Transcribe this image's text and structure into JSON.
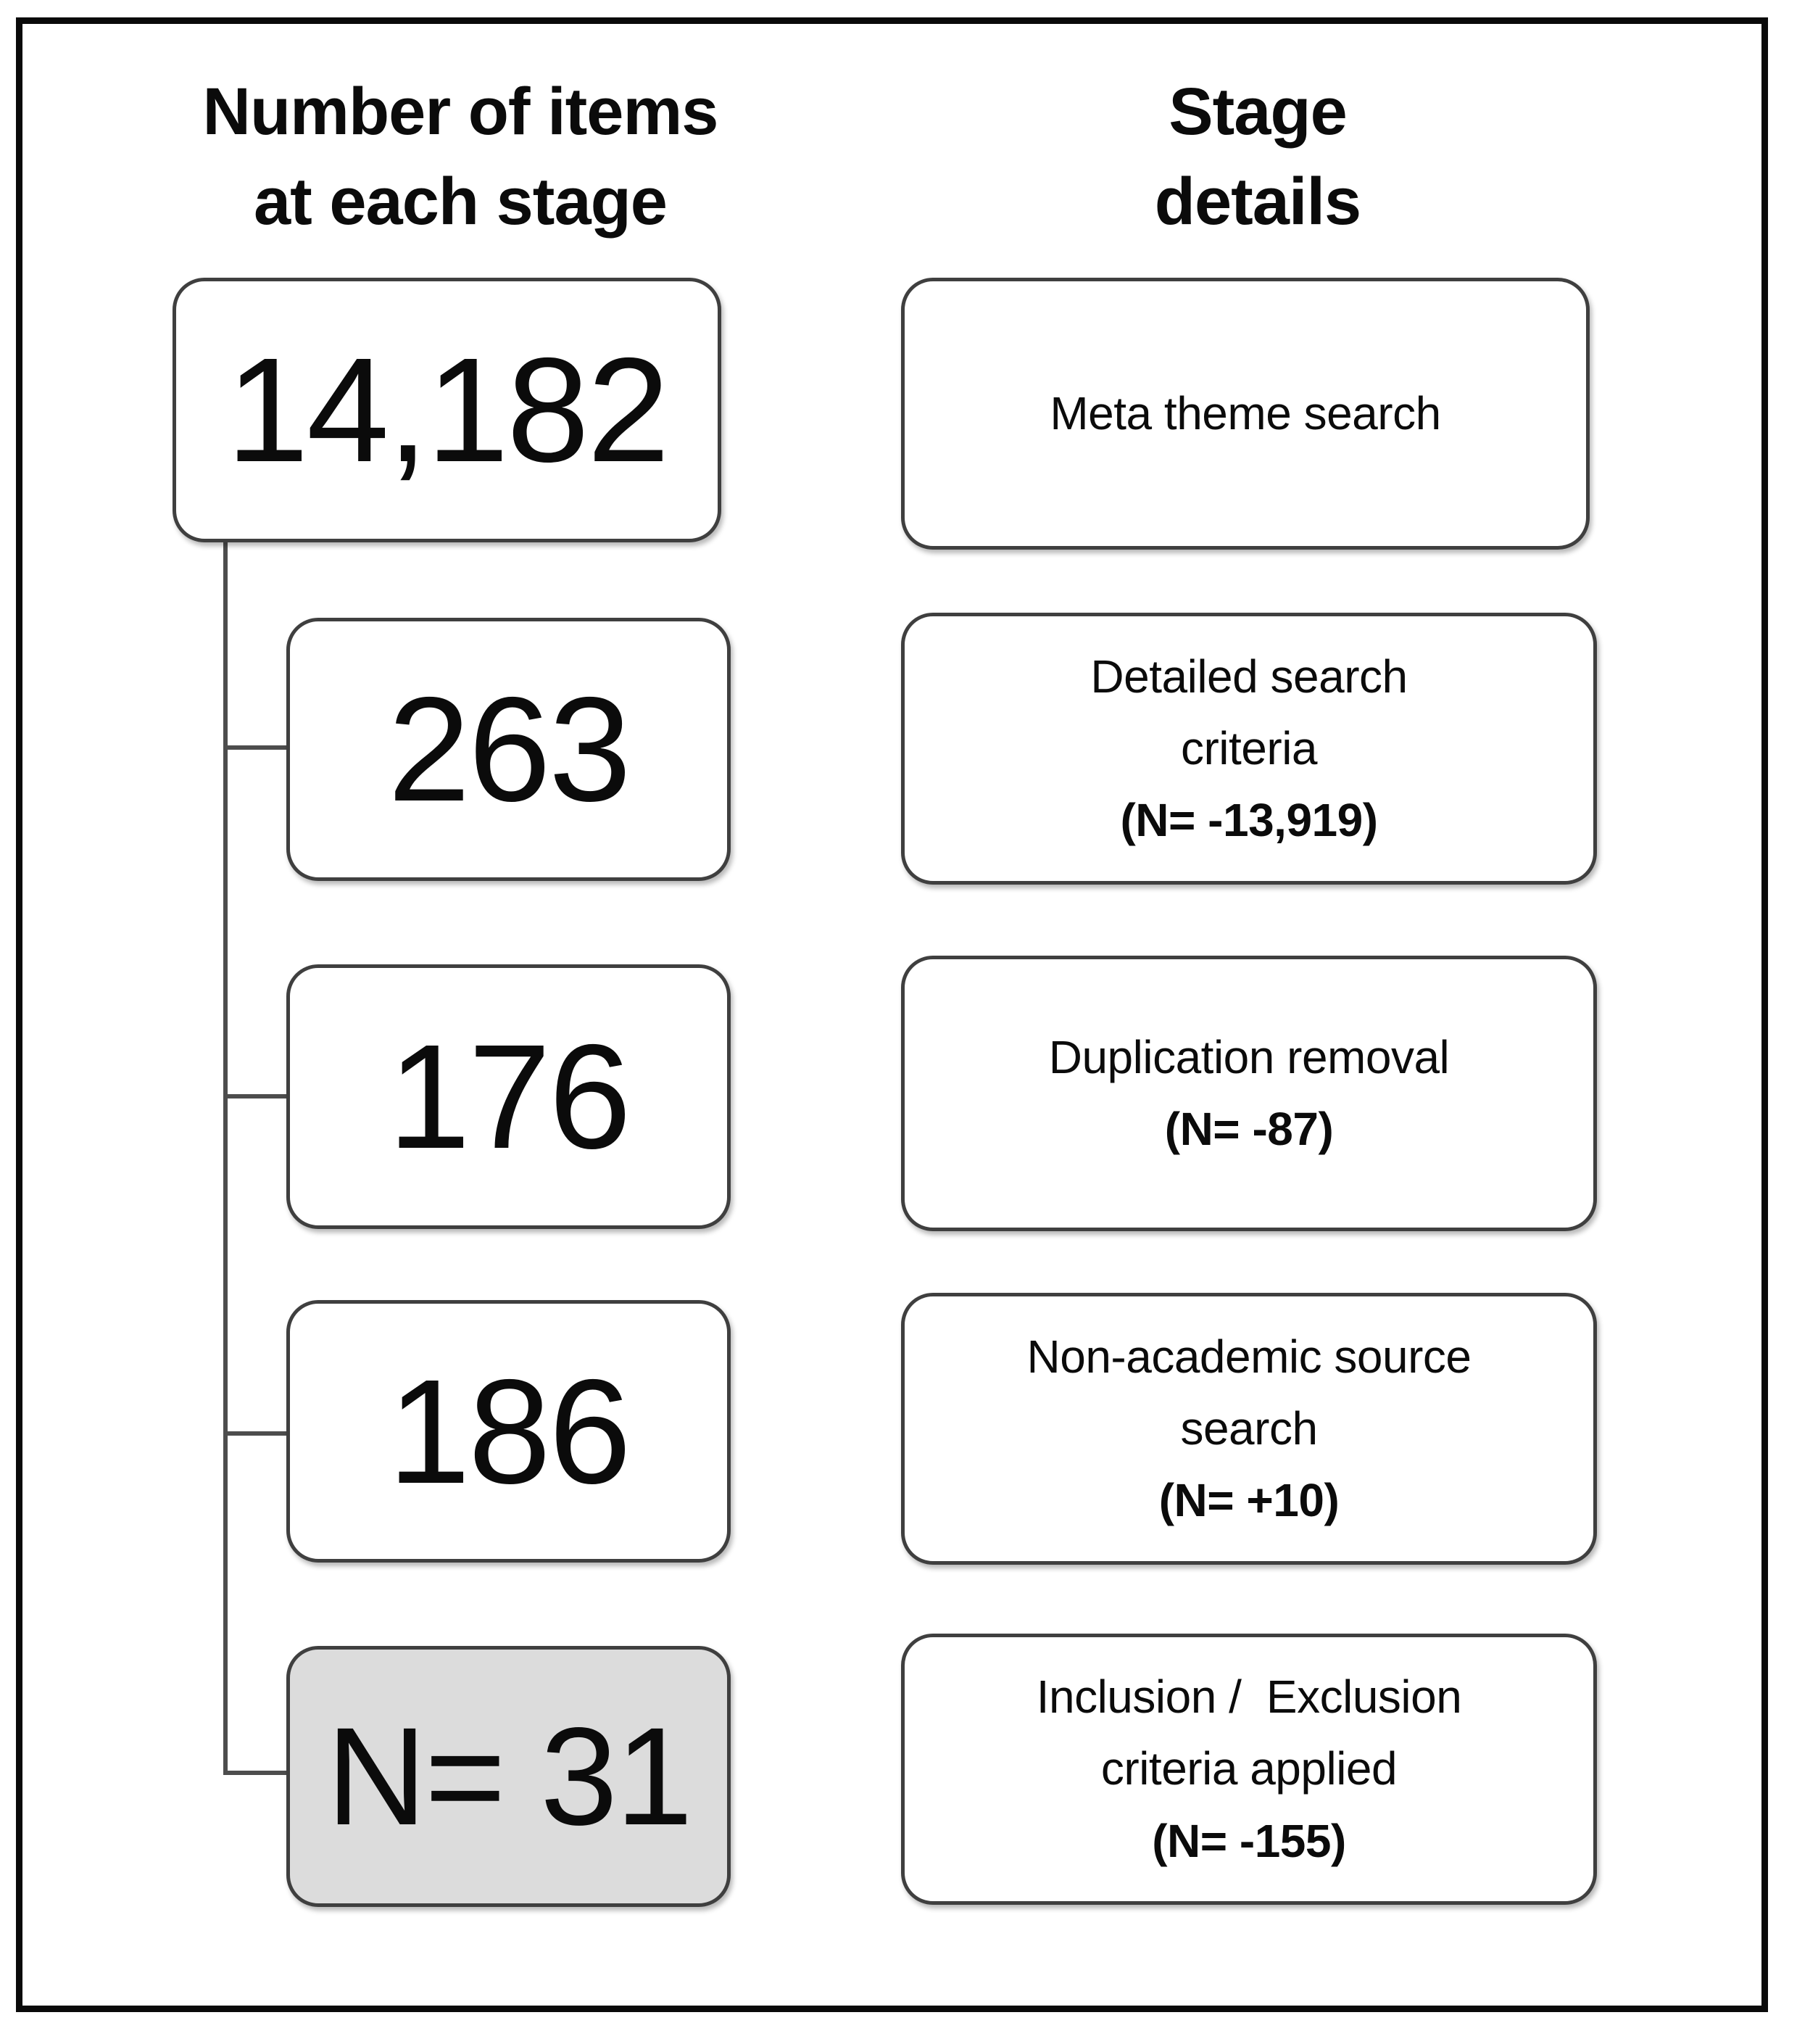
{
  "headers": {
    "left_line1": "Number of items",
    "left_line2": "at each stage",
    "right_line1": "Stage",
    "right_line2": "details"
  },
  "rows": [
    {
      "count": "14,182",
      "stage_line1": "Meta theme search"
    },
    {
      "count": "263",
      "stage_line1": "Detailed search",
      "stage_line2": "criteria",
      "n_change": "(N= -13,919)"
    },
    {
      "count": "176",
      "stage_line1": "Duplication removal",
      "n_change": "(N= -87)"
    },
    {
      "count": "186",
      "stage_line1": "Non-academic source",
      "stage_line2": "search",
      "n_change": "(N= +10)"
    },
    {
      "count": "N= 31",
      "stage_line1": "Inclusion /  Exclusion",
      "stage_line2": "criteria applied",
      "n_change": "(N= -155)",
      "highlighted": true
    }
  ],
  "colors": {
    "frame": "#0a0a0a",
    "box_border": "#3f3f3f",
    "highlight_fill": "#dcdcdc",
    "connector": "#4d4d4d",
    "text": "#0b0b0b"
  }
}
